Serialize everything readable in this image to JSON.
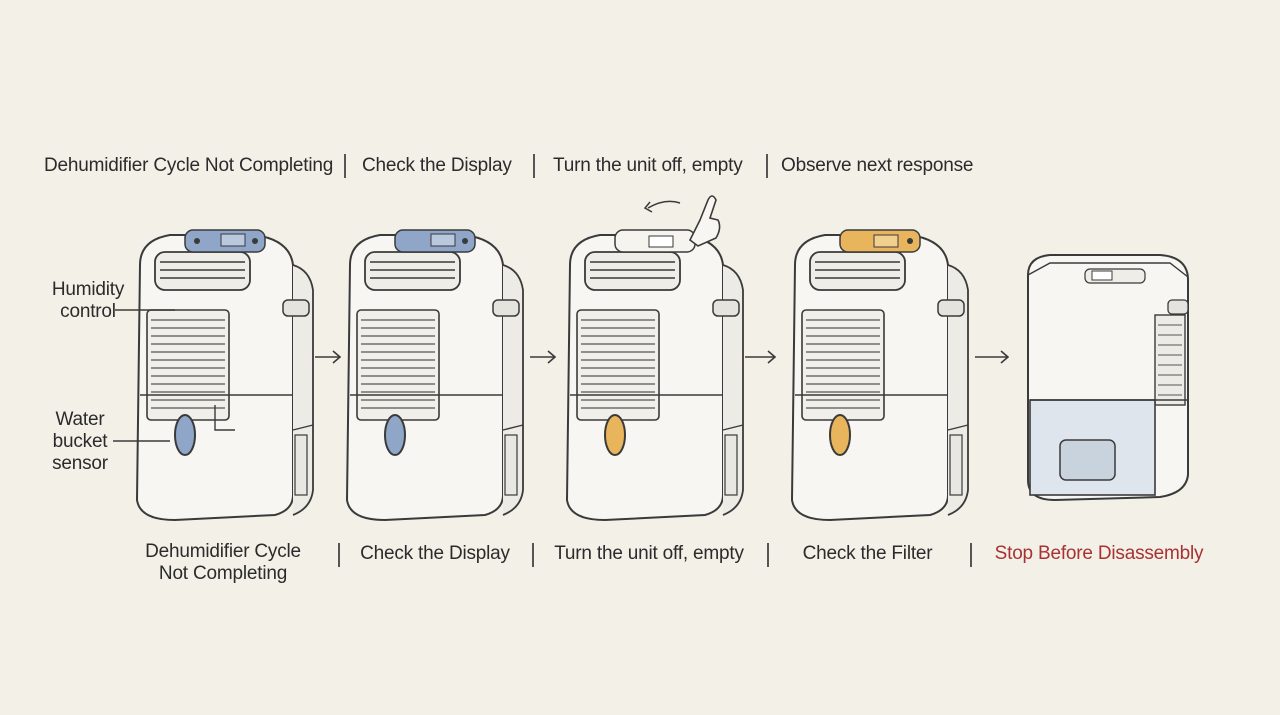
{
  "top_steps": [
    {
      "label": "Dehumidifier Cycle Not Completing"
    },
    {
      "label": "Check the Display"
    },
    {
      "label": "Turn the unit off, empty"
    },
    {
      "label": "Observe next response"
    }
  ],
  "bottom_steps": [
    {
      "label_line1": "Dehumidifier Cycle",
      "label_line2": "Not Completing"
    },
    {
      "label": "Check the Display"
    },
    {
      "label": "Turn the unit off, empty"
    },
    {
      "label": "Check the Filter"
    },
    {
      "label": "Stop Before Disassembly"
    }
  ],
  "callouts": {
    "humidity_line1": "Humidity",
    "humidity_line2": "control",
    "bucket_line1": "Water",
    "bucket_line2": "bucket",
    "bucket_line3": "sensor"
  },
  "colors": {
    "background": "#f3f0e8",
    "panel_blue": "#8fa6c8",
    "panel_amber": "#e8b45c",
    "warning_red": "#a83232",
    "line": "#3a3a3a"
  },
  "icons": [
    "arrow-right-icon",
    "hand-pointer-icon",
    "dehumidifier-icon"
  ]
}
